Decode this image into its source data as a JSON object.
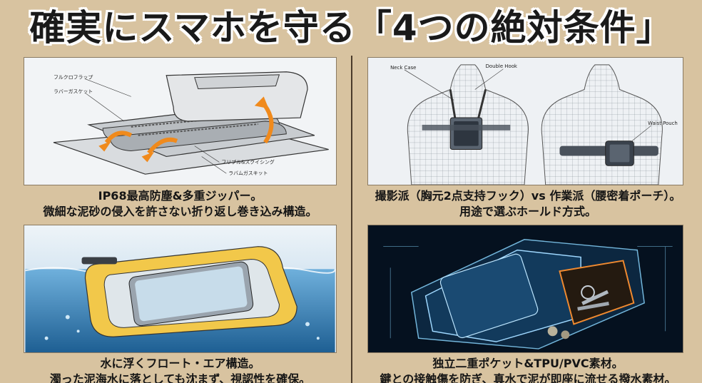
{
  "title": "確実にスマホを守る「4つの絶対条件」",
  "panels": [
    {
      "labels": [
        "フルクロフラップ",
        "ラバーガスケット",
        "フリプル&スクイシング",
        "ラバムガスキット"
      ],
      "caption_line1": "IP68最高防塵&多重ジッパー。",
      "caption_line2": "微細な泥砂の侵入を許さない折り返し巻き込み構造。"
    },
    {
      "labels": [
        "Neck Case",
        "Double Hook",
        "Waist Pouch"
      ],
      "caption_line1": "撮影派（胸元2点支持フック）vs 作業派（腰密着ポーチ）。",
      "caption_line2": "用途で選ぶホールド方式。"
    },
    {
      "caption_line1": "水に浮くフロート・エア構造。",
      "caption_line2": "濁った泥海水に落としても沈まず、視認性を確保。"
    },
    {
      "caption_line1": "独立二重ポケット&TPU/PVC素材。",
      "caption_line2": "鍵との接触傷を防ぎ、真水で泥が即座に流せる撥水素材。"
    }
  ],
  "colors": {
    "background": "#d8c3a0",
    "arrow_orange": "#f08a1c",
    "float_yellow": "#f2c84a",
    "water_blue": "#3f8fc4",
    "hologram_blue": "#7fc8f0",
    "hologram_orange": "#f08a30"
  }
}
